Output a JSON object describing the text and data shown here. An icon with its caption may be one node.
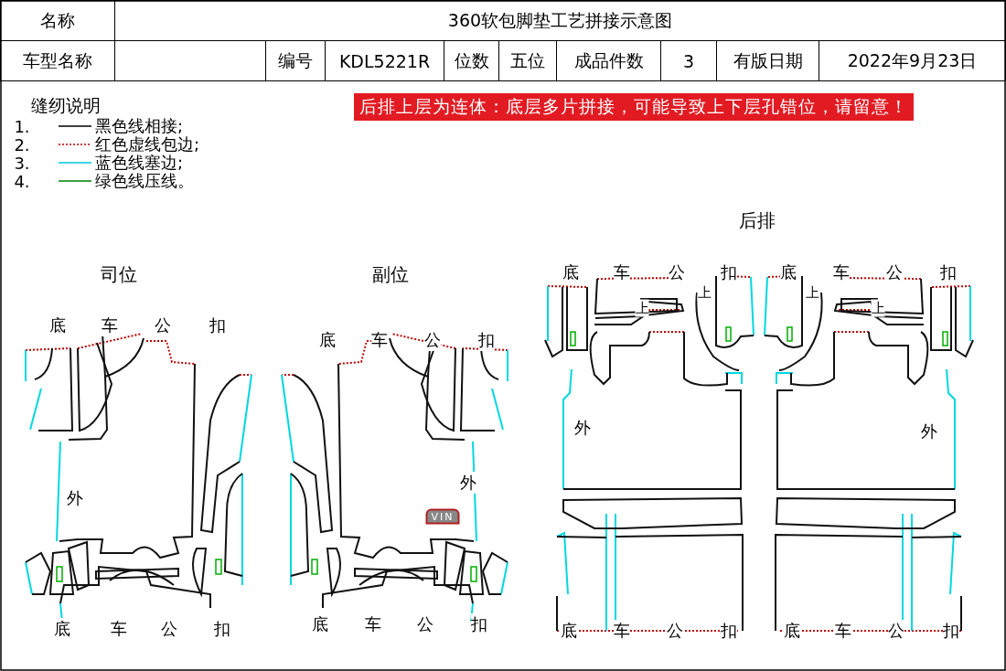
{
  "diagram": {
    "title": "360软包脚垫工艺拼接示意图",
    "labels": [
      "名称",
      "车型名称",
      "编号",
      "KDL5221R",
      "位数",
      "五位",
      "成品件数",
      "3",
      "有版日期",
      "2022年9月23日",
      "缝纫说明",
      "1.",
      "2.",
      "3.",
      "4.",
      "后排上层为连体：底层多片拼接，可能导致上下层孔错位，请留意！",
      "后排",
      "司位",
      "副位",
      "底",
      "车",
      "公",
      "扣",
      "底",
      "车",
      "公",
      "扣",
      "底",
      "车",
      "公",
      "扣",
      "底",
      "车",
      "公",
      "扣",
      "上",
      "上",
      "上",
      "上",
      "外",
      "外",
      "外",
      "外",
      "VIN",
      "底",
      "车",
      "公",
      "扣",
      "底",
      "车",
      "公",
      "扣",
      "底",
      "车",
      "公",
      "扣",
      "底",
      "车",
      "公",
      "扣"
    ],
    "legend": [
      {
        "text": "黑色线相接;"
      },
      {
        "text": "红色虚线包边;"
      },
      {
        "text": "蓝色线塞边;"
      },
      {
        "text": "绿色线压线。"
      }
    ]
  }
}
